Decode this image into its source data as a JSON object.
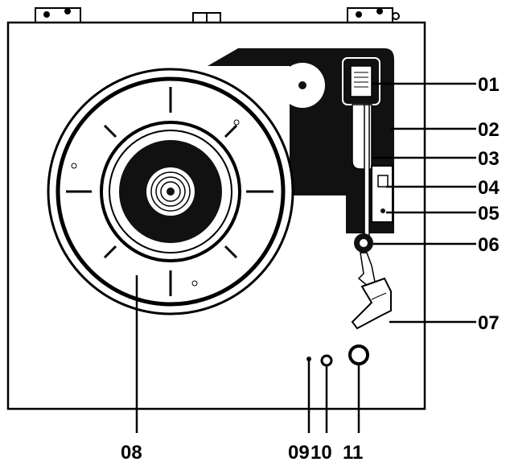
{
  "callouts": {
    "c01": "01",
    "c02": "02",
    "c03": "03",
    "c04": "04",
    "c05": "05",
    "c06": "06",
    "c07": "07",
    "c08": "08",
    "c09": "09",
    "c10": "10",
    "c11": "11"
  },
  "colors": {
    "line": "#000000",
    "fill_dark": "#111111",
    "background": "#ffffff"
  },
  "icons": {
    "turntable": "turntable-diagram",
    "tonearm": "tonearm-icon",
    "platter": "platter-icon"
  }
}
